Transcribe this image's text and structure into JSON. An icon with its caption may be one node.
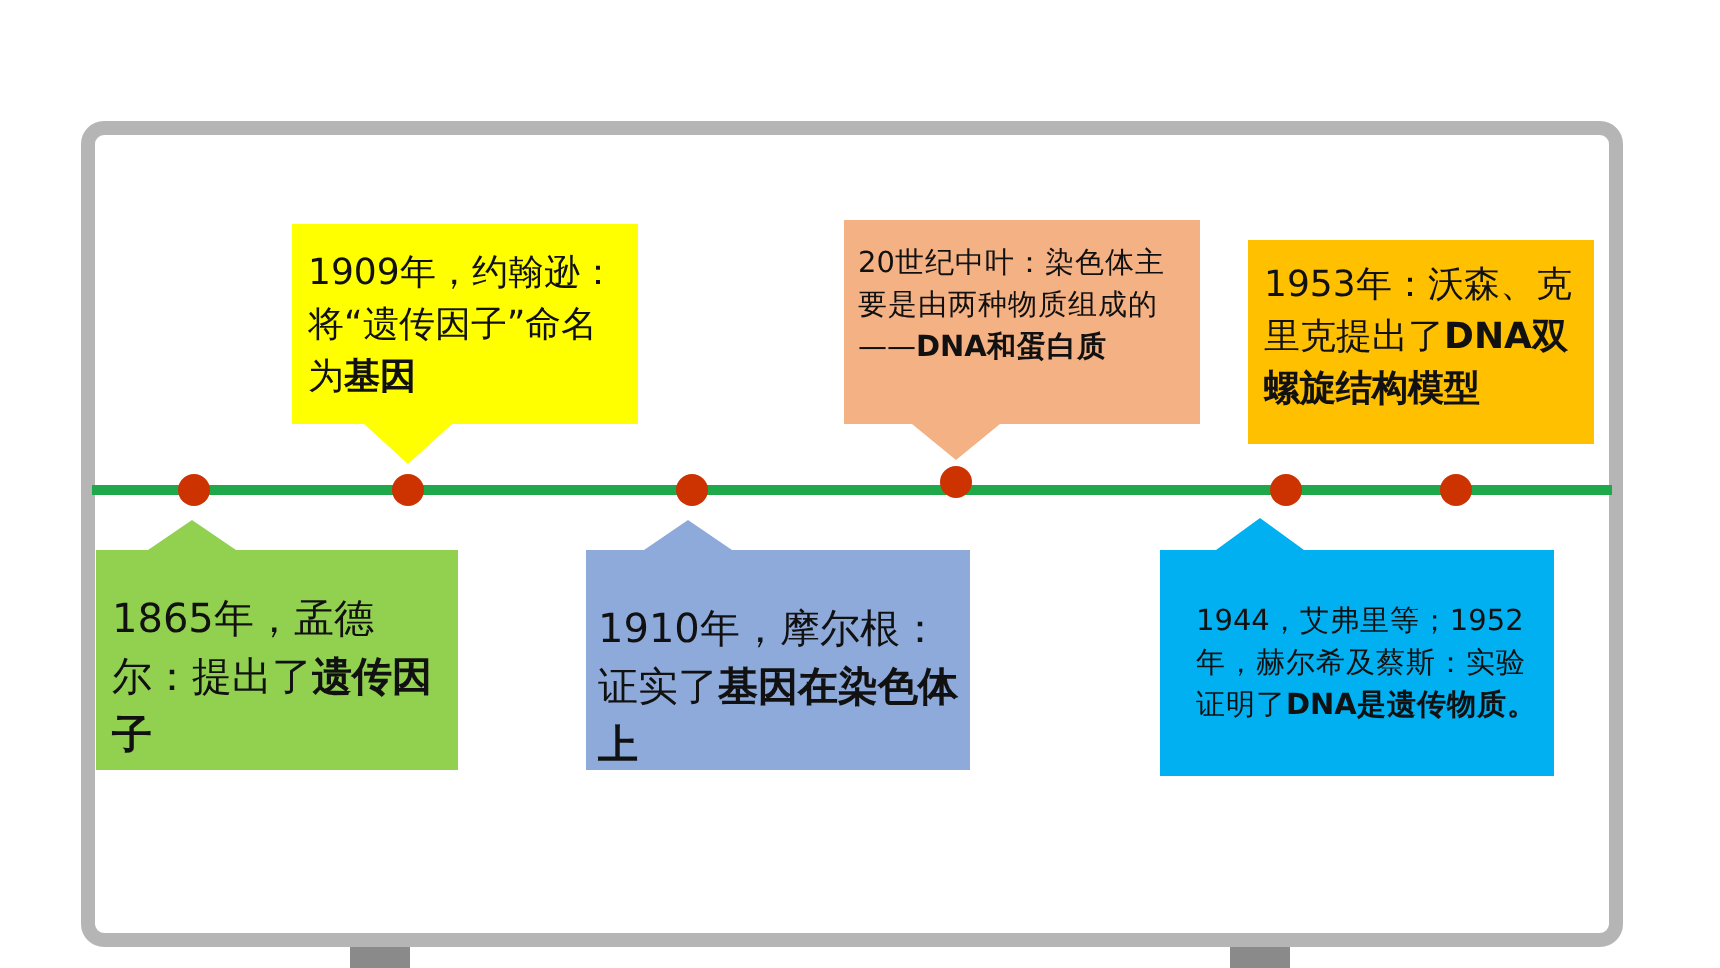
{
  "diagram": {
    "nodes": [
      {
        "text": [
          "1865年，孟德尔：提出了**遗传因子**"
        ]
      },
      {
        "text": [
          "1909年，约翰逊：将“遗传因子”命名为**基因**"
        ]
      },
      {
        "text": [
          "1910年，摩尔根：证实了**基因在染色体上**"
        ]
      },
      {
        "text": [
          "20世纪中叶：染色体主要是由两种物质组成的——**DNA和蛋白质**"
        ]
      },
      {
        "text": [
          "1944，艾弗里等；1952年，赫尔希及蔡斯：实验证明了**DNA是遗传物质。**"
        ]
      },
      {
        "text": [
          "1953年：沃森、克里克提出了**DNA双螺旋结构模型**"
        ]
      }
    ]
  }
}
